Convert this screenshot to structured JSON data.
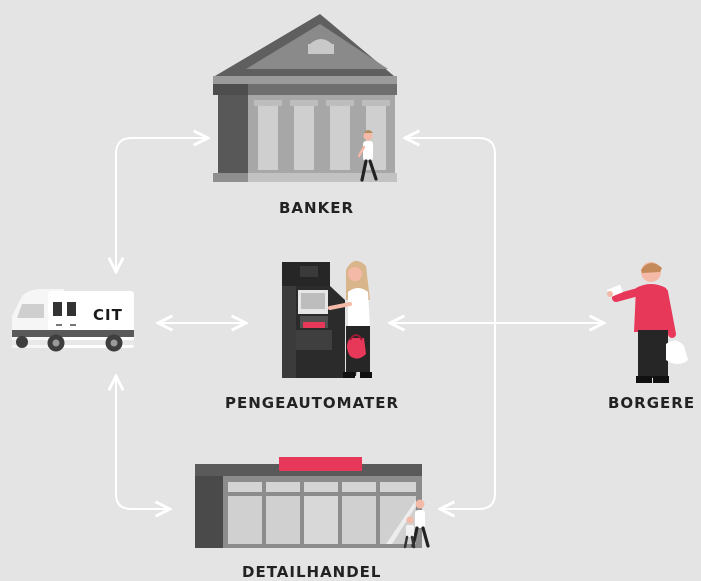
{
  "nodes": {
    "bank": {
      "label": "BANKER",
      "icon": "bank-building-icon"
    },
    "atm": {
      "label": "PENGEAUTOMATER",
      "icon": "atm-machine-icon"
    },
    "cit": {
      "label": "CIT",
      "icon": "cash-transport-van-icon"
    },
    "citizen": {
      "label": "BORGERE",
      "icon": "citizen-person-icon"
    },
    "retail": {
      "label": "DETAILHANDEL",
      "icon": "retail-store-icon"
    }
  },
  "colors": {
    "background": "#e4e4e4",
    "accent": "#e8385a",
    "arrow": "#ffffff",
    "building_dark": "#555555",
    "building_mid": "#8a8a8a",
    "building_light": "#c4c4c4",
    "atm_body": "#2e2e2e"
  }
}
